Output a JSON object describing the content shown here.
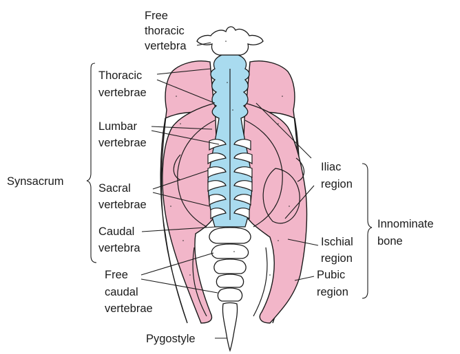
{
  "figure": {
    "colors": {
      "innominate": "#f2b6c9",
      "synsacrum": "#a9dbef",
      "free_bone": "#ffffff",
      "ink": "#1a1a1a"
    },
    "labels": {
      "free_thoracic": [
        "Free",
        "thoracic",
        "vertebra"
      ],
      "thoracic": [
        "Thoracic",
        "vertebrae"
      ],
      "lumbar": [
        "Lumbar",
        "vertebrae"
      ],
      "synsacrum": [
        "Synsacrum"
      ],
      "sacral": [
        "Sacral",
        "vertebrae"
      ],
      "caudal": [
        "Caudal",
        "vertebra"
      ],
      "free_caudal": [
        "Free",
        "caudal",
        "vertebrae"
      ],
      "pygostyle": [
        "Pygostyle"
      ],
      "iliac": [
        "Iliac",
        "region"
      ],
      "innominate": [
        "Innominate",
        "bone"
      ],
      "ischial": [
        "Ischial",
        "region"
      ],
      "pubic": [
        "Pubic",
        "region"
      ]
    }
  }
}
